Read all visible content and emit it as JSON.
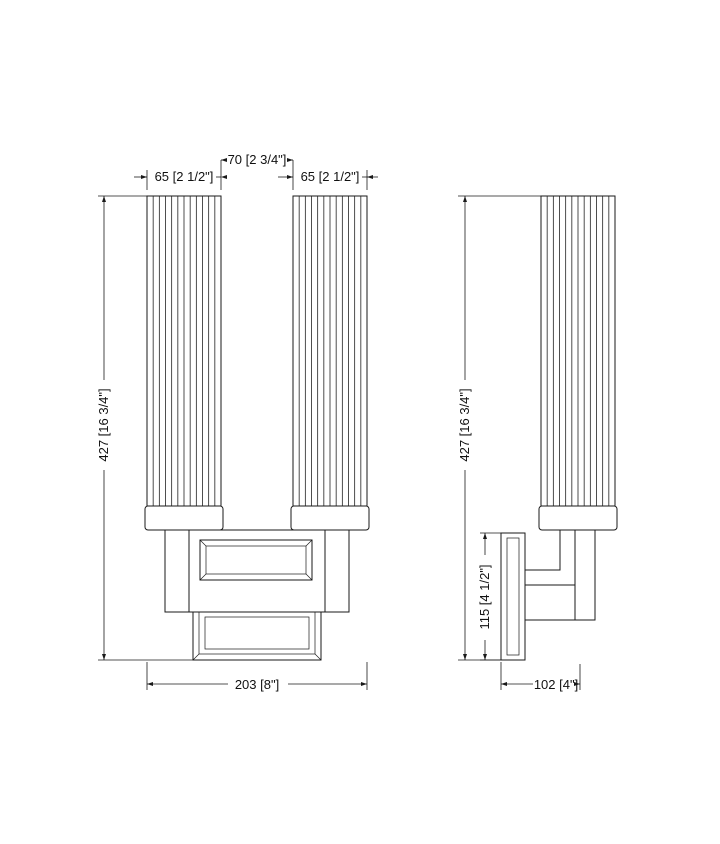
{
  "dimensions": {
    "gap_top": "70 [2 3/4\"]",
    "shade_width_left": "65 [2 1/2\"]",
    "shade_width_right": "65 [2 1/2\"]",
    "height_front": "427 [16 3/4\"]",
    "width_front": "203 [8\"]",
    "height_side": "427 [16 3/4\"]",
    "backplate_height": "115 [4 1/2\"]",
    "depth_side": "102 [4\"]"
  }
}
